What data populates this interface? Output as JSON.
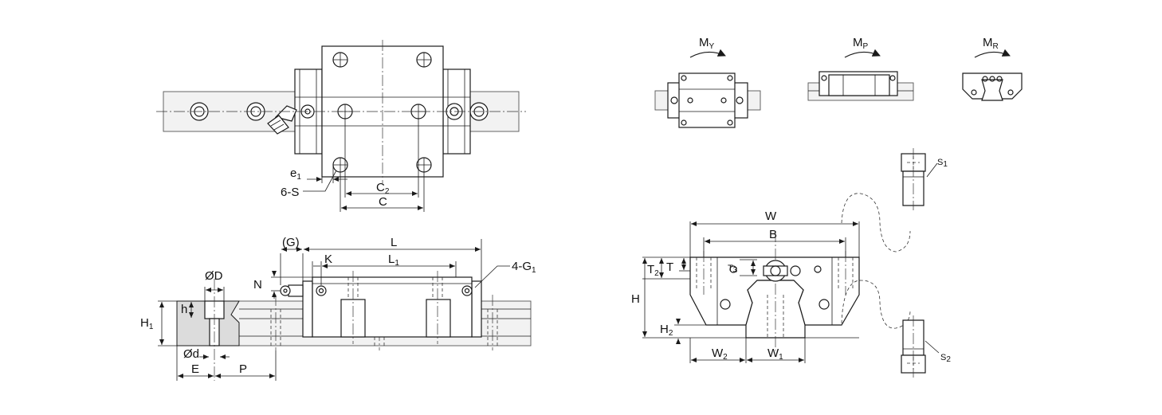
{
  "top_view": {
    "e1": "e",
    "e1_sub": "1",
    "six_s": "6-S",
    "c2": "C",
    "c2_sub": "2",
    "c": "C"
  },
  "side_view": {
    "g_paren": "(G)",
    "l": "L",
    "k": "K",
    "l1": "L",
    "l1_sub": "1",
    "four_g1": "4-G",
    "four_g1_sub": "1",
    "n": "N",
    "od_big": "ØD",
    "h_small": "h",
    "h1": "H",
    "h1_sub": "1",
    "od_small": "Ød",
    "e": "E",
    "p": "P"
  },
  "moments": {
    "my": "M",
    "my_sub": "Y",
    "mp": "M",
    "mp_sub": "P",
    "mr": "M",
    "mr_sub": "R"
  },
  "end_view": {
    "w": "W",
    "b": "B",
    "t2": "T",
    "t2_sub": "2",
    "t": "T",
    "t3": "T",
    "t3_sub": "3",
    "h": "H",
    "h2": "H",
    "h2_sub": "2",
    "w2": "W",
    "w2_sub": "2",
    "w1": "W",
    "w1_sub": "1",
    "s1": "S",
    "s1_sub": "1",
    "s2": "S",
    "s2_sub": "2"
  }
}
